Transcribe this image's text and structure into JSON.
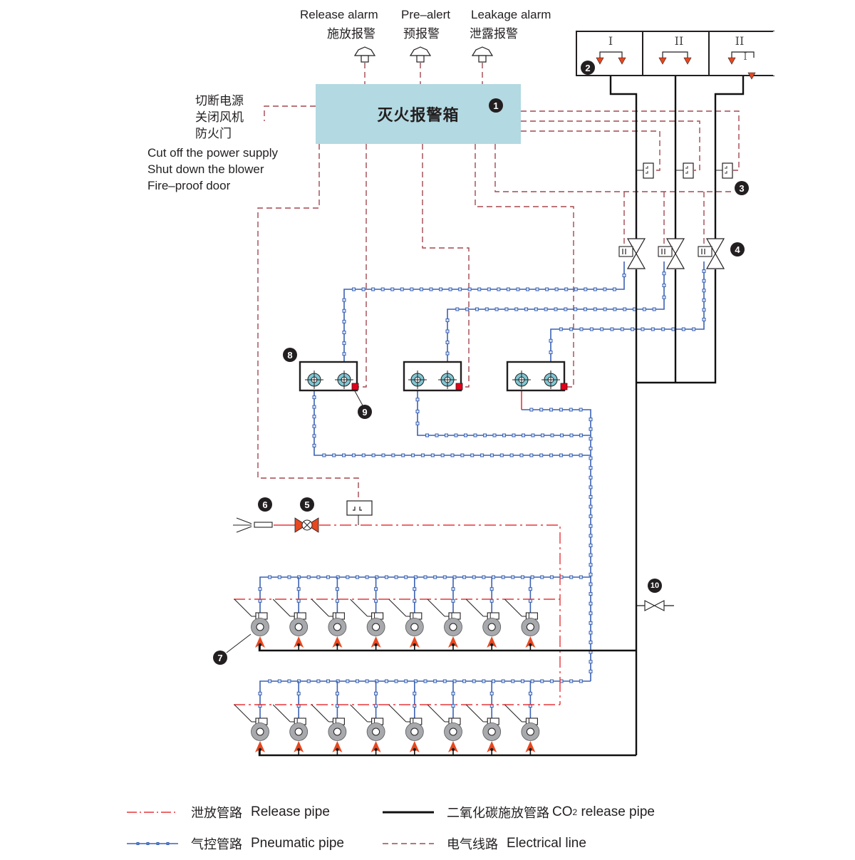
{
  "alarms": [
    {
      "en": "Release alarm",
      "cn": "施放报警"
    },
    {
      "en": "Pre–alert",
      "cn": "预报警"
    },
    {
      "en": "Leakage alarm",
      "cn": "泄露报警"
    }
  ],
  "controller": {
    "title": "灭火报警箱",
    "badge": "1"
  },
  "actions": {
    "cn": [
      "切断电源",
      "关闭风机",
      "防火门"
    ],
    "en": [
      "Cut off the power supply",
      "Shut down the blower",
      "Fire–proof door"
    ]
  },
  "cylinder_groups": {
    "labels": [
      "I",
      "II",
      "II"
    ],
    "badge": "2"
  },
  "badges": {
    "pressure_switch": "3",
    "selector_valve": "4",
    "solenoid_valve": "5",
    "nozzle": "6",
    "cylinder": "7",
    "detector_box": "8",
    "detector": "9",
    "safety_valve": "10"
  },
  "cylinders": {
    "rows": 2,
    "per_row": 8
  },
  "legend": [
    {
      "cn": "泄放管路",
      "en": "Release pipe",
      "style": "dash-dot",
      "color": "#e8373a"
    },
    {
      "cn": "二氧化碳施放管路",
      "en_prefix": "CO",
      "en_sub": "2",
      "en_suffix": " release pipe",
      "style": "solid",
      "color": "#111111"
    },
    {
      "cn": "气控管路",
      "en": "Pneumatic pipe",
      "style": "dotted-squares",
      "color": "#3a62b4"
    },
    {
      "cn": "电气线路",
      "en": "Electrical line",
      "style": "dashed",
      "color": "#a3484f"
    }
  ],
  "colors": {
    "controller_fill": "#b3d9e2",
    "electrical": "#a3484f",
    "pneumatic": "#3a62b4",
    "release": "#e8373a",
    "co2": "#111111",
    "orange": "#e8471f",
    "cylinder_fill": "#a7a9ac",
    "detector_fill": "#7fc7d4",
    "detector_red": "#e2001a"
  }
}
